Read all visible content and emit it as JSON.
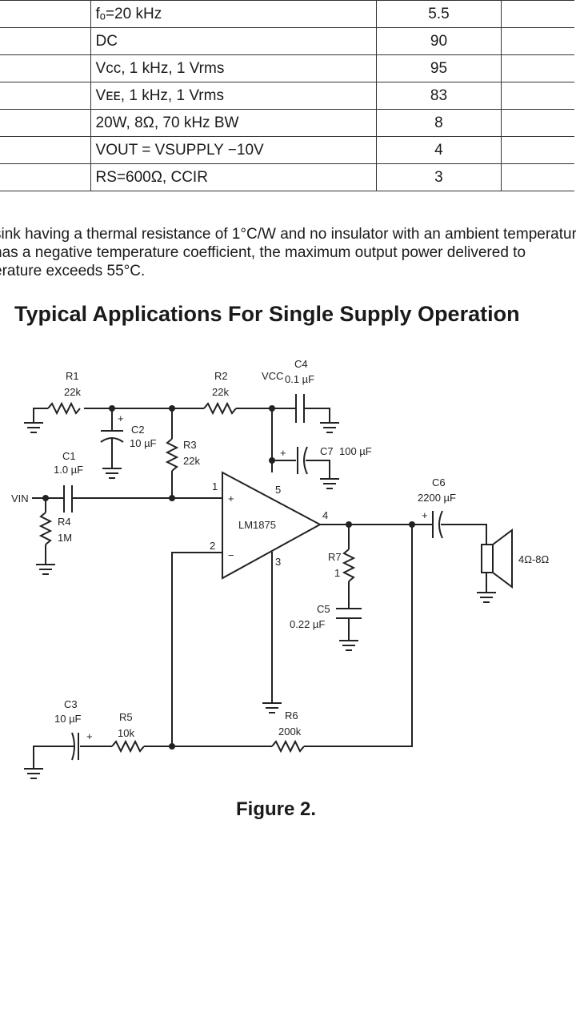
{
  "table": {
    "rows": [
      {
        "condition": "fₒ=20 kHz",
        "value": "5.5"
      },
      {
        "condition": "DC",
        "value": "90"
      },
      {
        "condition": "Vᴄᴄ, 1 kHz, 1 Vrms",
        "value": "95"
      },
      {
        "condition": "Vᴇᴇ, 1 kHz, 1 Vrms",
        "value": "83"
      },
      {
        "condition": "20W, 8Ω, 70 kHz BW",
        "value": "8"
      },
      {
        "condition": "VOUT = VSUPPLY −10V",
        "value": "4"
      },
      {
        "condition": "RS=600Ω, CCIR",
        "value": "3"
      }
    ]
  },
  "paragraph": {
    "line1": "sink having a thermal resistance of 1°C/W and no insulator with an ambient temperature of",
    "line2": "has a negative temperature coefficient, the maximum output power delivered to",
    "line3": "erature exceeds 55°C."
  },
  "section_title": "Typical Applications For Single Supply Operation",
  "schematic": {
    "r1": "R1",
    "r1_val": "22k",
    "r2": "R2",
    "r2_val": "22k",
    "c4": "C4",
    "vcc": "VCC",
    "c4_val": "0.1 µF",
    "c2": "C2",
    "c2_val": "10 µF",
    "r3": "R3",
    "r3_val": "22k",
    "c7": "C7",
    "c7_val": "100 µF",
    "c1": "C1",
    "c1_val": "1.0 µF",
    "vin": "VIN",
    "r4": "R4",
    "r4_val": "1M",
    "ic": "LM1875",
    "pin1": "1",
    "pin2": "2",
    "pin3": "3",
    "pin4": "4",
    "pin5": "5",
    "c6": "C6",
    "c6_val": "2200 µF",
    "r7": "R7",
    "r7_val": "1",
    "c5": "C5",
    "c5_val": "0.22 µF",
    "spk": "4Ω-8Ω",
    "c3": "C3",
    "c3_val": "10 µF",
    "r5": "R5",
    "r5_val": "10k",
    "r6": "R6",
    "r6_val": "200k",
    "plus": "+",
    "minus": "−"
  },
  "figure_caption": "Figure 2."
}
